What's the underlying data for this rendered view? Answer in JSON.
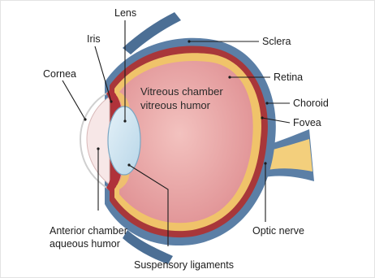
{
  "labels": {
    "lens": "Lens",
    "iris": "Iris",
    "cornea": "Cornea",
    "sclera": "Sclera",
    "retina": "Retina",
    "choroid": "Choroid",
    "fovea": "Fovea",
    "optic_nerve": "Optic nerve",
    "anterior_chamber": "Anterior chamber",
    "aqueous_humor": "aqueous humor",
    "suspensory_ligaments": "Suspensory ligaments",
    "vitreous_chamber": "Vitreous chamber",
    "vitreous_humor": "vitreous humor"
  },
  "colors": {
    "sclera": "#5b7fa6",
    "choroid": "#a8373a",
    "retina": "#f0c36a",
    "vitreous": "#e6a0a0",
    "lens": "#cde3ef",
    "optic_nerve": "#f3cf7c",
    "line": "#1c1c1c"
  }
}
